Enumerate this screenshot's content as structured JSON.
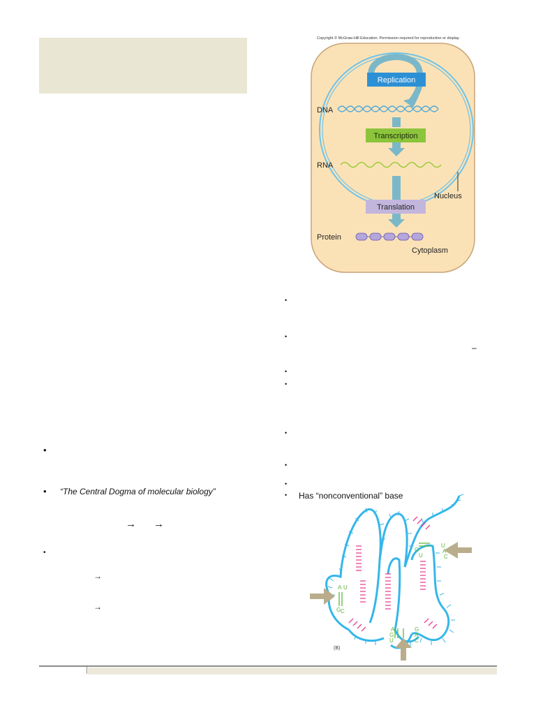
{
  "left_column": {
    "bullet_symbol": "•",
    "central_dogma_quote": "“The Central Dogma of molecular biology”",
    "arrow_symbol": "→"
  },
  "figure_central_dogma": {
    "copyright": "Copyright © McGraw-Hill Education. Permission required for reproduction or display.",
    "replication_label": "Replication",
    "dna_label": "DNA",
    "transcription_label": "Transcription",
    "rna_label": "RNA",
    "nucleus_label": "Nucleus",
    "translation_label": "Translation",
    "protein_label": "Protein",
    "cytoplasm_label": "Cytoplasm",
    "colors": {
      "cell_fill": "#fbe2b6",
      "cell_border": "#c7a379",
      "nucleus_ring": "#6fc3ea",
      "replication_box": "#2d90d5",
      "transcription_box": "#8cc43b",
      "translation_box": "#c2b6dd",
      "arrow": "#7ab8c9"
    }
  },
  "right_column": {
    "bullet_symbol": "•",
    "dash_symbol": "–",
    "nonconventional_text": "Has “nonconventional” base"
  },
  "figure_trna": {
    "panel_label": "(B)",
    "base_letters": [
      "U",
      "A",
      "C",
      "G",
      "U",
      "A",
      "U",
      "G",
      "C",
      "A",
      "G",
      "U",
      "G",
      "A",
      "C"
    ],
    "colors": {
      "backbone": "#35b6ea",
      "pairs": "#e83f8f",
      "unconventional": "#5cb83a",
      "arrow": "#b9ad8c"
    }
  }
}
